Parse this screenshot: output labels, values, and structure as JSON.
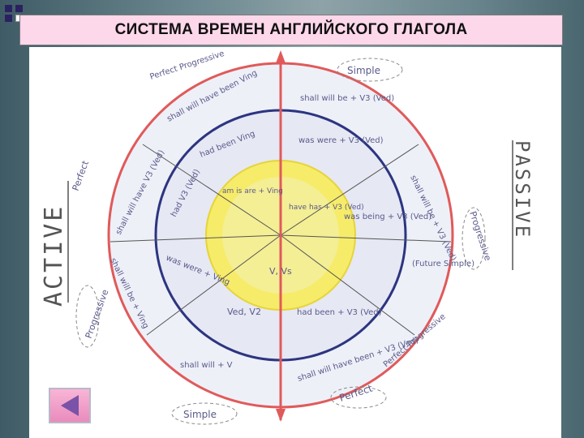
{
  "slide": {
    "title": "СИСТЕМА ВРЕМЕН АНГЛИЙСКОГО ГЛАГОЛА"
  },
  "diagram": {
    "left_label": "ACTIVE",
    "right_label": "PASSIVE",
    "aspects": {
      "simple_top": "Simple",
      "perfect_active": "Perfect",
      "progressive_active": "Progressive",
      "perfect_progressive_active": "Perfect Progressive",
      "progressive_passive": "Progressive",
      "future_simple": "(Future Simple)",
      "perfect_progressive_passive": "Perfect-Progressive",
      "perfect_bottom": "Perfect",
      "simple_bottom": "Simple"
    },
    "formulas": {
      "future_simple_passive": "shall will be + V3 (Ved)",
      "future_perfect_progressive_active": "shall will have been Ving",
      "past_simple_passive": "was were + V3 (Ved)",
      "past_perfect_progressive": "had been Ving",
      "future_perfect_active": "shall will have V3 (Ved)",
      "future_progressive_passive": "shall will be + V3 (Ved)",
      "past_perfect_active": "had V3 (Ved)",
      "past_progressive_passive": "was being + V3 (Ved)",
      "past_progressive_active": "was were + Ving",
      "future_progressive_active": "shall will be + Ving",
      "past_simple_active": "Ved, V2",
      "past_perfect_passive": "had been + V3 (Ved)",
      "future_simple_active": "shall will + V",
      "future_perfect_passive": "shall will have been + V3 (Ved)",
      "present_center": "V, Vs",
      "present_progressive": "am is are + Ving",
      "present_perfect": "have has + V3 (Ved)"
    }
  }
}
